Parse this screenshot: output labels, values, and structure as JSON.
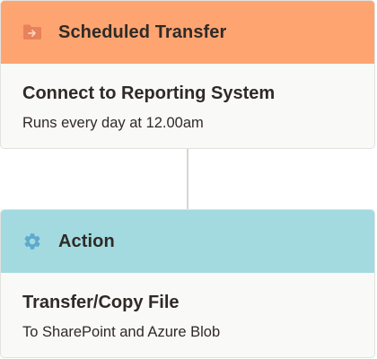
{
  "trigger": {
    "header_title": "Scheduled Transfer",
    "icon": "folder-arrow-icon",
    "title": "Connect to Reporting System",
    "subtitle": "Runs every day at 12.00am",
    "header_color": "#fea471"
  },
  "action": {
    "header_title": "Action",
    "icon": "gear-icon",
    "title": "Transfer/Copy File",
    "subtitle": "To SharePoint and Azure Blob",
    "header_color": "#a2dae0"
  }
}
